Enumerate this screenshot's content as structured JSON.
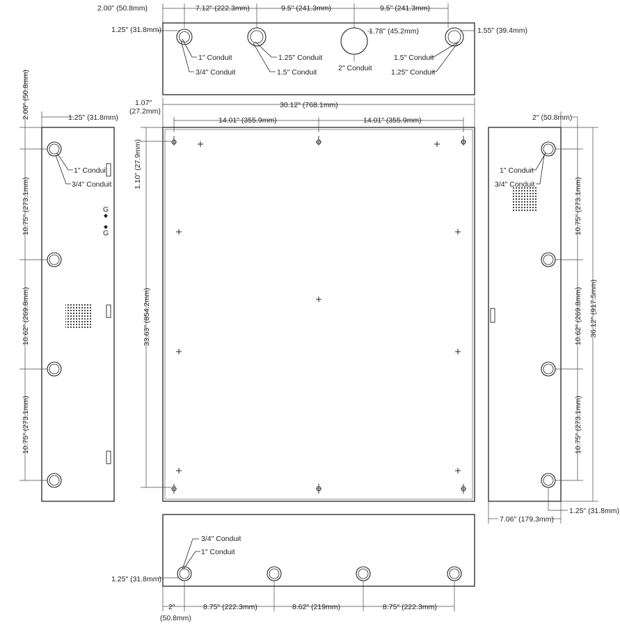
{
  "top_view": {
    "dims": {
      "left_offset": "2.00\" (50.8mm)",
      "spacing_1": "7.12\" (222.3mm)",
      "spacing_2": "9.5\" (241.3mm)",
      "spacing_3": "9.5\" (241.3mm)",
      "edge_left": "1.25\" (31.8mm)",
      "edge_right": "1.55\" (39.4mm)",
      "center_dia": "1.78\" (45.2mm)"
    },
    "labels": {
      "k1_a": "1\" Conduit",
      "k1_b": "3/4\" Conduit",
      "k2_a": "1.25\" Conduit",
      "k2_b": "1.5\" Conduit",
      "k3": "2\" Conduit",
      "k4_a": "1.5\" Conduit",
      "k4_b": "1.25\" Conduit"
    }
  },
  "front_view": {
    "dims": {
      "flange_top": "1.07\"",
      "flange_top_mm": "(27.2mm)",
      "width": "30.12\" (768.1mm)",
      "half_left": "14.01\" (355.9mm)",
      "half_right": "14.01\" (355.9mm)",
      "mount_offset": "1.10\" (27.9mm)",
      "height": "33.63\" (854.2mm)"
    }
  },
  "left_view": {
    "dims": {
      "top_offset": "2.00\" (50.8mm)",
      "edge": "1.25\" (31.8mm)",
      "spacing_1": "10.75\" (273.1mm)",
      "spacing_2": "10.62\" (269.8mm)",
      "spacing_3": "10.75\" (273.1mm)"
    },
    "labels": {
      "k_a": "1\" Conduit",
      "k_b": "3/4\" Conduit",
      "ground_a": "G",
      "ground_b": "G"
    }
  },
  "right_view": {
    "dims": {
      "top_offset": "2\" (50.8mm)",
      "spacing_1": "10.75\" (273.1mm)",
      "spacing_2": "10.62\" (269.8mm)",
      "spacing_3": "10.75\" (273.1mm)",
      "overall": "36.12\" (917.5mm)",
      "edge": "1.25\" (31.8mm)",
      "depth": "7.06\" (179.3mm)"
    },
    "labels": {
      "k_a": "1\" Conduit",
      "k_b": "3/4\" Conduit"
    }
  },
  "bottom_view": {
    "dims": {
      "edge": "1.25\" (31.8mm)",
      "left_offset": "2\"",
      "left_offset_mm": "(50.8mm)",
      "spacing_1": "8.75\" (222.3mm)",
      "spacing_2": "8.62\" (219mm)",
      "spacing_3": "8.75\" (222.3mm)"
    },
    "labels": {
      "k_a": "3/4\" Conduit",
      "k_b": "1\" Conduit"
    }
  }
}
